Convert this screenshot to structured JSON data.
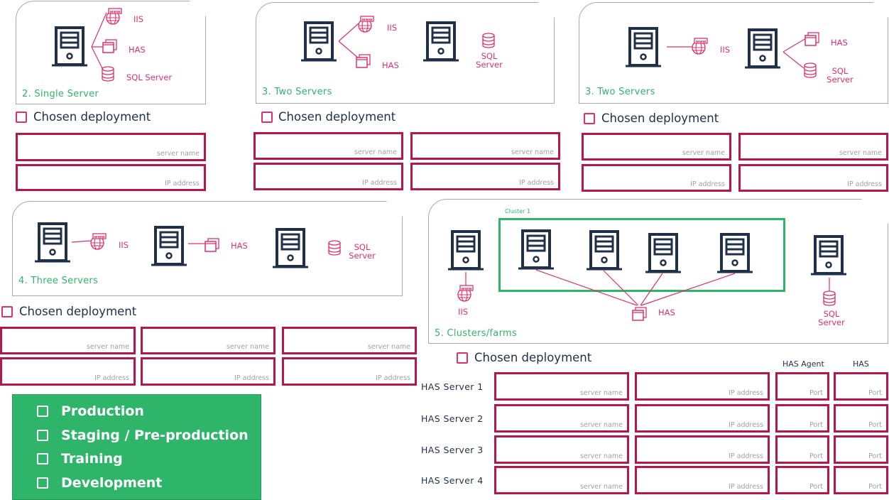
{
  "colors": {
    "accent_green": "#2fb56a",
    "pink": "#e0306a",
    "field_border": "#b5174a",
    "server_navy": "#1f3048"
  },
  "icons": {
    "server": "server-icon",
    "iis": "www-globe-icon",
    "has": "app-windows-icon",
    "sql": "database-icon"
  },
  "options": [
    {
      "title": "2. Single  Server",
      "labels": {
        "iis": "IIS",
        "has": "HAS",
        "sql": "SQL Server"
      },
      "chosen": "Chosen deployment",
      "fields": [
        [
          "server name"
        ],
        [
          "IP address"
        ]
      ]
    },
    {
      "title": "3. Two Servers",
      "labels": {
        "iis": "IIS",
        "has": "HAS",
        "sql": "SQL Server"
      },
      "chosen": "Chosen deployment",
      "fields": [
        [
          "server name",
          "server name"
        ],
        [
          "IP address",
          "IP address"
        ]
      ]
    },
    {
      "title": "3. Two Servers",
      "labels": {
        "iis": "IIS",
        "has": "HAS",
        "sql": "SQL Server"
      },
      "chosen": "Chosen deployment",
      "fields": [
        [
          "server name",
          "server name"
        ],
        [
          "IP address",
          "IP address"
        ]
      ]
    },
    {
      "title": "4. Three Servers",
      "labels": {
        "iis": "IIS",
        "has": "HAS",
        "sql": "SQL Server"
      },
      "chosen": "Chosen deployment",
      "fields": [
        [
          "server name",
          "server name",
          "server name"
        ],
        [
          "IP address",
          "IP address",
          "IP address"
        ]
      ]
    },
    {
      "title": "5. Clusters/farms",
      "cluster": "Cluster 1",
      "labels": {
        "iis": "IIS",
        "has": "HAS",
        "sql": "SQL Server"
      },
      "chosen": "Chosen deployment"
    }
  ],
  "has_table": {
    "headers": [
      "HAS Agent",
      "HAS"
    ],
    "rows": [
      {
        "label": "HAS Server 1",
        "placeholders": [
          "server name",
          "IP address",
          "Port",
          "Port"
        ]
      },
      {
        "label": "HAS Server 2",
        "placeholders": [
          "server name",
          "IP address",
          "Port",
          "Port"
        ]
      },
      {
        "label": "HAS Server 3",
        "placeholders": [
          "server name",
          "IP address",
          "Port",
          "Port"
        ]
      },
      {
        "label": "HAS Server 4",
        "placeholders": [
          "server name",
          "IP address",
          "Port",
          "Port"
        ]
      }
    ]
  },
  "environments": [
    "Production",
    "Staging / Pre-production",
    "Training",
    "Development"
  ]
}
